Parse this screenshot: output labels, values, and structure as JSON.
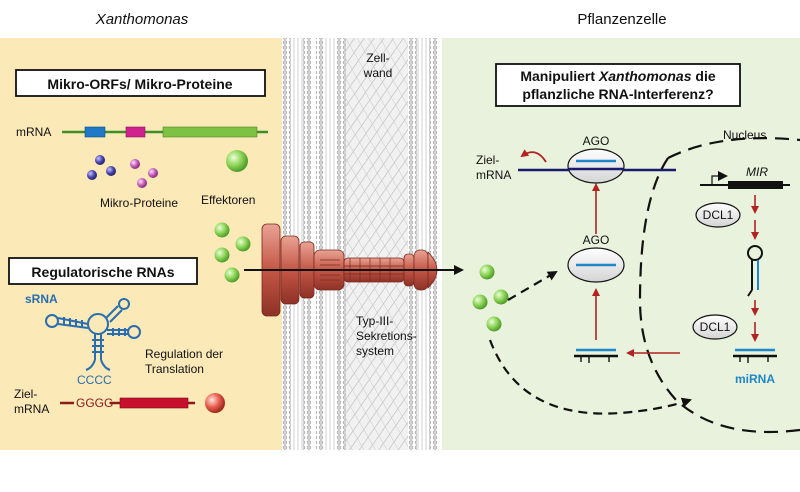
{
  "left_panel": {
    "organism": "Xanthomonas",
    "section1_title": "Mikro-ORFs/ Mikro-Proteine",
    "mrna_label": "mRNA",
    "micro_proteins_label": "Mikro-Proteine",
    "effectors_label": "Effektoren",
    "section2_title": "Regulatorische RNAs",
    "srna_label": "sRNA",
    "srna_bases": "CCCC",
    "regulation_line1": "Regulation der",
    "regulation_line2": "Translation",
    "target_line1": "Ziel-",
    "target_line2": "mRNA",
    "target_bases": "GGGG"
  },
  "middle": {
    "cell_wall_line1": "Zell-",
    "cell_wall_line2": "wand",
    "t3ss_line1": "Typ-III-",
    "t3ss_line2": "Sekretions-",
    "t3ss_line3": "system"
  },
  "right_panel": {
    "organism": "Pflanzenzelle",
    "question_prefix": "Manipuliert ",
    "question_italic": "Xanthomonas",
    "question_suffix": " die",
    "question_line2": "pflanzliche RNA-Interferenz?",
    "target_line1": "Ziel-",
    "target_line2": "mRNA",
    "ago_top": "AGO",
    "ago_mid": "AGO",
    "nucleus_label": "Nucleus",
    "mir_label": "MIR",
    "dcl1_top": "DCL1",
    "dcl1_bottom": "DCL1",
    "mirna_label": "miRNA"
  },
  "colors": {
    "left_bg": "#fbe9b7",
    "right_bg": "#e9f2dc",
    "mrna_blue": "#1f78c8",
    "mrna_magenta": "#d0218f",
    "mrna_green": "#7dc242",
    "protein_purple": "#3a3699",
    "protein_pink": "#c257b2",
    "effector_green": "#7ac943",
    "t3ss_red": "#b5473c",
    "rna_blue": "#2a6db0",
    "arrow_red": "#b22222",
    "mirna_blue": "#1f86c9"
  }
}
